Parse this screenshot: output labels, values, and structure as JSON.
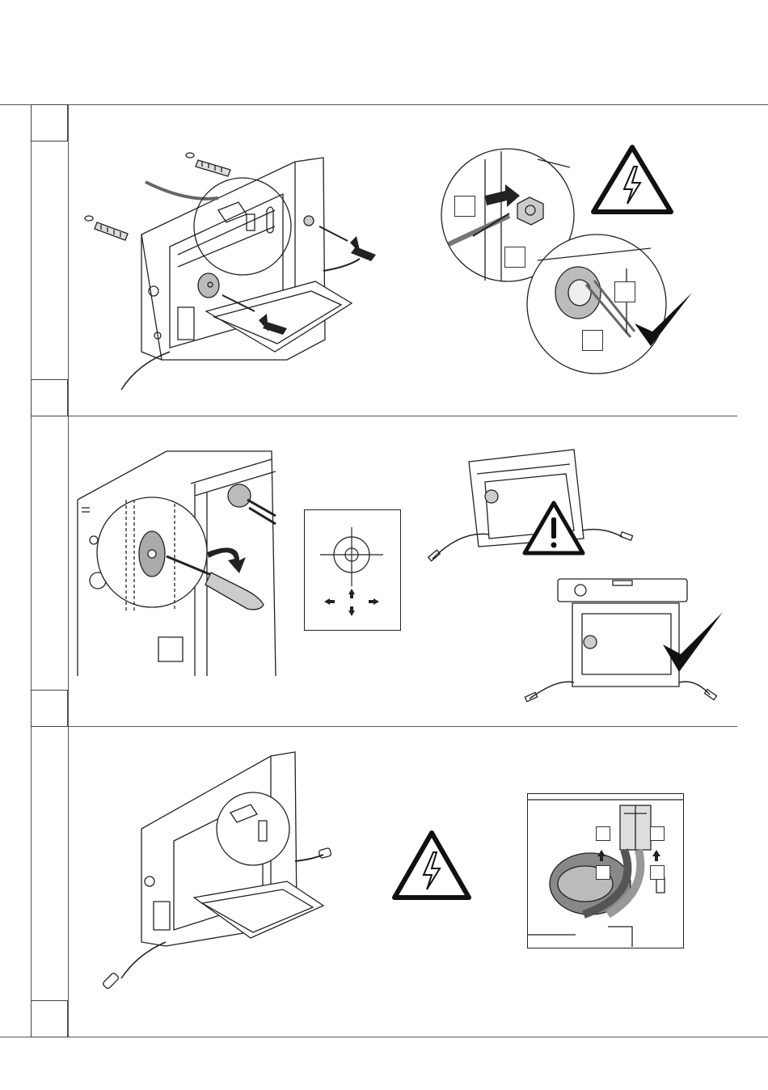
{
  "page": {
    "background": "#ffffff",
    "line_color": "#555555",
    "ink_color": "#222222"
  },
  "steps": [
    {
      "icons": [
        "mounting-frame-drawing",
        "cable-gland-detail",
        "electric-hazard-icon",
        "checkmark-icon"
      ]
    },
    {
      "icons": [
        "screwdriver-adjust-drawing",
        "alignment-target-diagram",
        "warning-triangle-icon",
        "checkmark-icon"
      ]
    },
    {
      "icons": [
        "cable-connected-drawing",
        "electric-hazard-icon",
        "terminal-wiring-detail"
      ]
    }
  ]
}
